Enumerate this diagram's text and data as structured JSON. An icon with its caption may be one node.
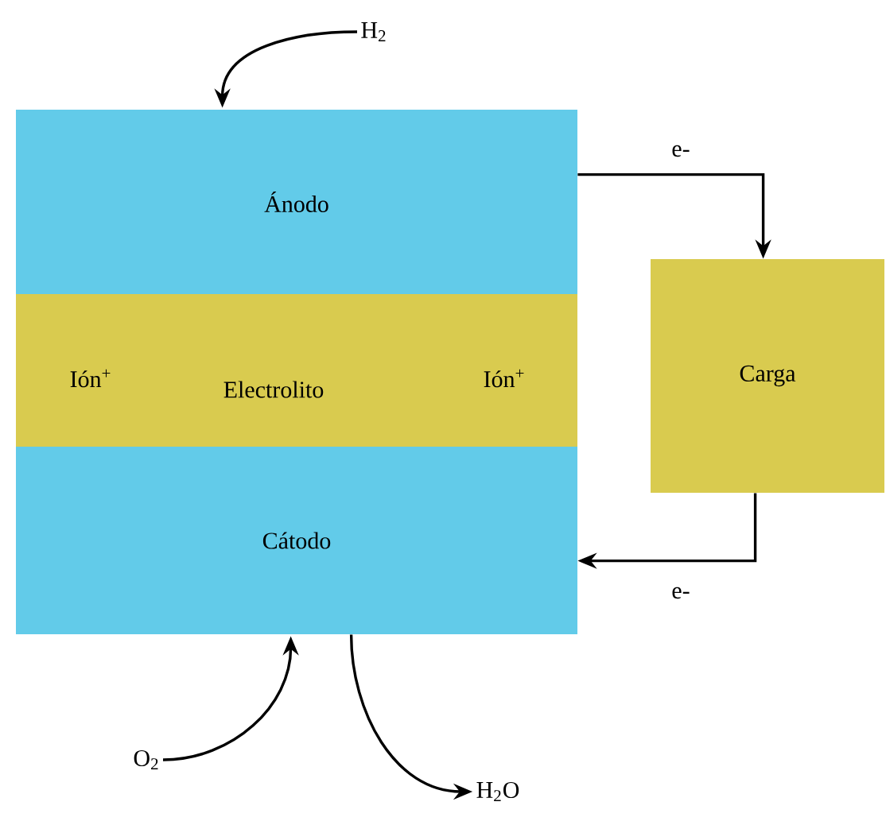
{
  "diagram": {
    "nodes": [
      {
        "text": [
          "Ánodo"
        ]
      },
      {
        "text": [
          "Ión$^{+}$",
          "Electrolito",
          "Ión$^{+}$"
        ]
      },
      {
        "text": [
          "Cátodo"
        ]
      },
      {
        "text": [
          "Carga"
        ]
      },
      {
        "text": [
          "H$_{2}$"
        ]
      },
      {
        "text": [
          "O$_{2}$"
        ]
      },
      {
        "text": [
          "H$_{2}$O"
        ]
      }
    ],
    "edges": [
      {
        "from": 4,
        "to": 0,
        "arrow": "to"
      },
      {
        "from": 0,
        "to": 3,
        "arrow": "to",
        "label": "e-"
      },
      {
        "from": 3,
        "to": 2,
        "arrow": "to",
        "label": "e-"
      },
      {
        "from": 5,
        "to": 2,
        "arrow": "to"
      },
      {
        "from": 2,
        "to": 6,
        "arrow": "to"
      }
    ]
  }
}
